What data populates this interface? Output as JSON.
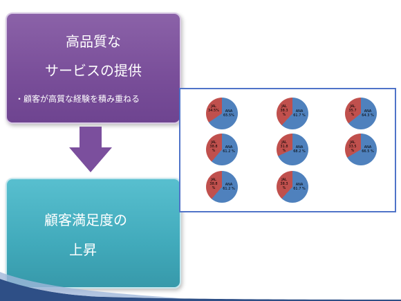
{
  "top_box": {
    "line1": "高品質な",
    "line2": "サービスの提供",
    "bullet": "・顧客が高質な経験を積み重ねる"
  },
  "bottom_box": {
    "line1": "顧客満足度の",
    "line2": "上昇"
  },
  "pies": [
    {
      "jal_label": "JAL 34.5%",
      "ana_label": "ANA 65.5%",
      "jal_fraction": 0.345
    },
    {
      "jal_label": "JAL 38.3 %",
      "ana_label": "ANA 61.7 %",
      "jal_fraction": 0.383
    },
    {
      "jal_label": "JAL 35.7 %",
      "ana_label": "ANA 64.3 %",
      "jal_fraction": 0.357
    },
    {
      "jal_label": "JAL 38.8 %",
      "ana_label": "ANA 61.2 %",
      "jal_fraction": 0.388
    },
    {
      "jal_label": "JAL 31.8 %",
      "ana_label": "ANA 68.2 %",
      "jal_fraction": 0.318
    },
    {
      "jal_label": "JAL 33.5 %",
      "ana_label": "ANA 66.5 %",
      "jal_fraction": 0.335
    },
    {
      "jal_label": "JAL 38.8 %",
      "ana_label": "ANA 61.2 %",
      "jal_fraction": 0.388
    },
    {
      "jal_label": "JAL 38.3 %",
      "ana_label": "ANA 61.7 %",
      "jal_fraction": 0.383
    }
  ],
  "colors": {
    "jal": "#c0504d",
    "ana": "#4f81bd",
    "arrow": "#7b4f9d"
  }
}
